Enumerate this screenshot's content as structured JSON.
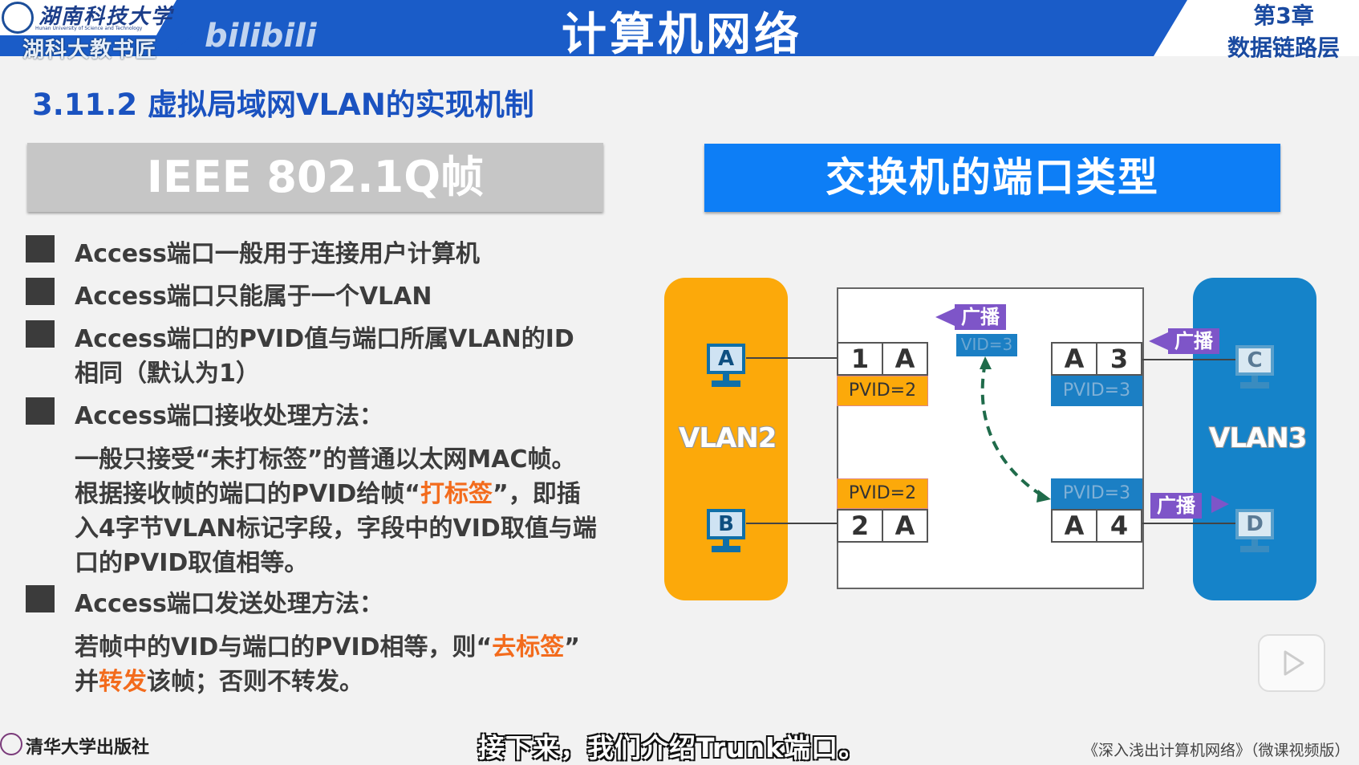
{
  "banner": {
    "university_name": "湖南科技大学",
    "university_en": "Hunan University of Science and Technology",
    "channel": "湖科大教书匠",
    "watermark": "bilibili",
    "course_title": "计算机网络",
    "chapter_number": "第3章",
    "chapter_name": "数据链路层",
    "colors": {
      "banner_blue": "#1a5cc8",
      "white_band": "#ffffff"
    }
  },
  "section_title": "3.11.2 虚拟局域网VLAN的实现机制",
  "left_panel": {
    "header": "IEEE 802.1Q帧",
    "lines": [
      "Access端口一般用于连接用户计算机",
      "Access端口只能属于一个VLAN",
      "Access端口的PVID值与端口所属VLAN的ID",
      "相同（默认为1）",
      "Access端口接收处理方法：",
      "一般只接受“未打标签”的普通以太网MAC帧。",
      "根据接收帧的端口的PVID给帧“",
      "打标签",
      "”，即插",
      "入4字节VLAN标记字段，字段中的VID取值与端",
      "口的PVID取值相等。",
      "Access端口发送处理方法：",
      "若帧中的VID与端口的PVID相等，则“",
      "去标签",
      "”",
      "并",
      "转发",
      "该帧；否则不转发。"
    ]
  },
  "right_panel": {
    "header": "交换机的端口类型",
    "vlan_left": "VLAN2",
    "vlan_right": "VLAN3",
    "hosts": [
      "A",
      "B",
      "C",
      "D"
    ],
    "ports": {
      "p1": [
        "1",
        "A"
      ],
      "p2": [
        "2",
        "A"
      ],
      "p3": [
        "A",
        "3"
      ],
      "p4": [
        "A",
        "4"
      ]
    },
    "pvid": {
      "p1": "PVID=2",
      "p2": "PVID=2",
      "p3": "PVID=3",
      "p4": "PVID=3"
    },
    "broadcast": "广播",
    "vid_tag": "VID=3",
    "colors": {
      "vlan2": "#fca90a",
      "vlan3": "#1583c9",
      "tag": "#7e55c8",
      "arrow": "#1f6b4a"
    }
  },
  "subtitle": "接下来，我们介绍Trunk端口。",
  "footer": {
    "publisher": "清华大学出版社",
    "book": "《深入浅出计算机网络》（微课视频版）"
  },
  "play_icon": "play-icon"
}
